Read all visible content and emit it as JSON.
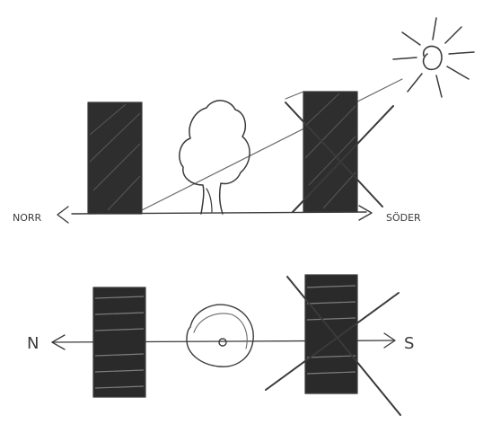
{
  "elevation": {
    "left_label": "NORR",
    "right_label": "SÖDER"
  },
  "plan": {
    "left_label": "N",
    "right_label": "S"
  },
  "colors": {
    "ink": "#3a3a3a",
    "hatch": "#2a2a2a",
    "background": "#ffffff"
  }
}
